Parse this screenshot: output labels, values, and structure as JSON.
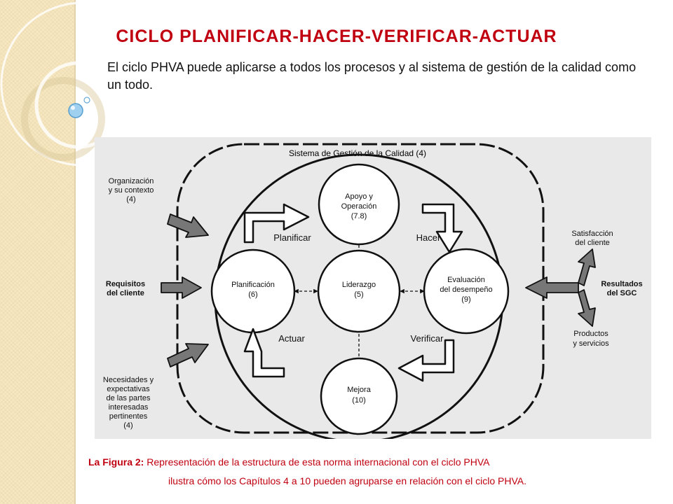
{
  "slide": {
    "title": "CICLO PLANIFICAR-HACER-VERIFICAR-ACTUAR",
    "subtitle": "El ciclo PHVA puede aplicarse a todos los procesos y al sistema de gestión de la calidad como un todo.",
    "caption_label": "La Figura 2:",
    "caption_line1": "Representación de la estructura de esta norma internacional con el ciclo PHVA",
    "caption_line2": "ilustra cómo los Capítulos 4 a 10 pueden agruparse en relación con el ciclo PHVA."
  },
  "diagram": {
    "system_label": "Sistema de Gestión de la Calidad (4)",
    "nodes": {
      "apoyo": [
        "Apoyo y",
        "Operación",
        "(7.8)"
      ],
      "planificacion": [
        "Planificación",
        "(6)"
      ],
      "liderazgo": [
        "Liderazgo",
        "(5)"
      ],
      "evaluacion": [
        "Evaluación",
        "del desempeño",
        "(9)"
      ],
      "mejora": [
        "Mejora",
        "(10)"
      ]
    },
    "phases": {
      "planificar": "Planificar",
      "hacer": "Hacer",
      "verificar": "Verificar",
      "actuar": "Actuar"
    },
    "inputs": {
      "organizacion": [
        "Organización",
        "y su contexto",
        "(4)"
      ],
      "requisitos": [
        "Requisitos",
        "del cliente"
      ],
      "necesidades": [
        "Necesidades y",
        "expectativas",
        "de las partes",
        "interesadas",
        "pertinentes",
        "(4)"
      ]
    },
    "outputs": {
      "satisfaccion": [
        "Satisfacción",
        "del cliente"
      ],
      "resultados": [
        "Resultados",
        "del SGC"
      ],
      "productos": [
        "Productos",
        "y servicios"
      ]
    }
  }
}
